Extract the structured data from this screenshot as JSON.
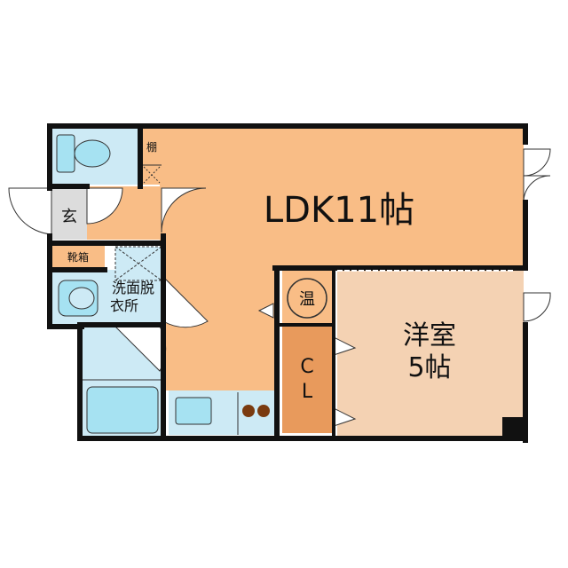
{
  "rooms": {
    "ldk": {
      "name": "LDK11帖"
    },
    "western": {
      "name": "洋室",
      "size": "5帖"
    },
    "closet": {
      "line1": "C",
      "line2": "L"
    },
    "water_heater": {
      "name": "温"
    },
    "entrance": {
      "name": "玄"
    },
    "shoe_box": {
      "name": "靴箱"
    },
    "shelf": {
      "name": "棚"
    },
    "washroom": {
      "line1": "洗面脱",
      "line2": "衣所"
    }
  },
  "colors": {
    "ldk": "#f9bd86",
    "western": "#f4d2b3",
    "closet": "#e89a5c",
    "wet_area": "#cdeaf5",
    "fixture": "#a6e2f2",
    "wall": "#111111"
  }
}
